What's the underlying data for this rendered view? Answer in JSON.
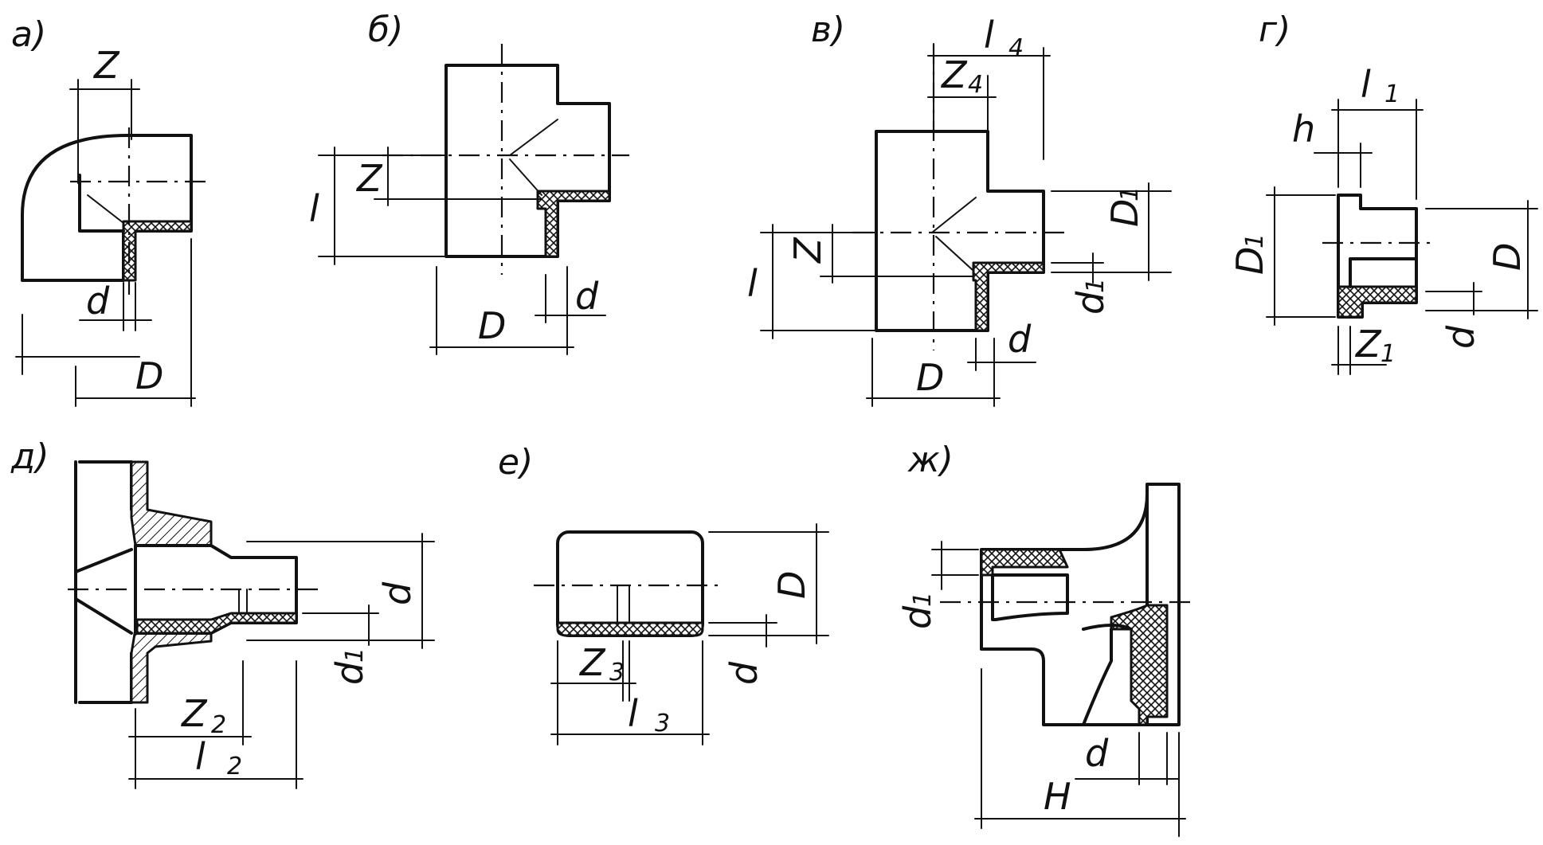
{
  "figures": {
    "a": {
      "caption": "а)",
      "dims": [
        "Z",
        "d",
        "D"
      ]
    },
    "b": {
      "caption": "б)",
      "dims": [
        "l",
        "Z",
        "D",
        "d"
      ]
    },
    "v": {
      "caption": "в)",
      "dims": [
        "l",
        "4",
        "Z",
        "4",
        "D",
        "1",
        "l",
        "Z",
        "d",
        "1",
        "D",
        "d"
      ]
    },
    "g": {
      "caption": "г)",
      "dims": [
        "l",
        "1",
        "h",
        "D",
        "1",
        "D",
        "d",
        "Z",
        "1"
      ]
    },
    "d": {
      "caption": "д)",
      "dims": [
        "d",
        "d",
        "1",
        "Z",
        "2",
        "l",
        "2"
      ]
    },
    "e": {
      "caption": "е)",
      "dims": [
        "D",
        "d",
        "Z",
        "3",
        "l",
        "3"
      ]
    },
    "zh": {
      "caption": "ж)",
      "dims": [
        "d",
        "1",
        "d",
        "H"
      ]
    }
  }
}
